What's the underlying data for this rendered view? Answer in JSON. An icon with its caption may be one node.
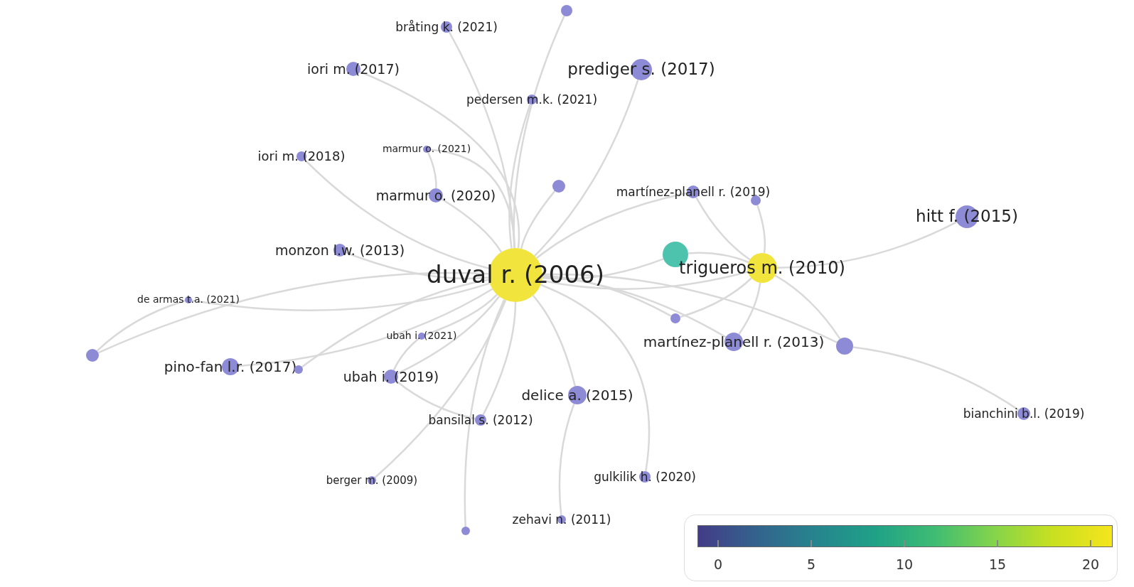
{
  "diagram": {
    "nodes": [
      {
        "text": [],
        "shape": "circle"
      },
      {
        "text": [
          "bråting k. (2021)"
        ]
      },
      {
        "text": [
          "iori m. (2017)"
        ]
      },
      {
        "text": [
          "prediger s. (2017)"
        ]
      },
      {
        "text": [
          "pedersen m.k. (2021)"
        ]
      },
      {
        "text": [
          "marmur o. (2021)"
        ]
      },
      {
        "text": [
          "iori m. (2018)"
        ]
      },
      {
        "text": [],
        "shape": "circle"
      },
      {
        "text": [
          "marmur o. (2020)"
        ]
      },
      {
        "text": [
          "martínez-planell r. (2019)"
        ]
      },
      {
        "text": [],
        "shape": "circle"
      },
      {
        "text": [
          "hitt f. (2015)"
        ]
      },
      {
        "text": [
          "monzon l.w. (2013)"
        ]
      },
      {
        "text": [],
        "shape": "circle"
      },
      {
        "text": [
          "trigueros m. (2010)"
        ]
      },
      {
        "text": [
          "duval r. (2006)"
        ]
      },
      {
        "text": [
          "de armas t.a. (2021)"
        ]
      },
      {
        "text": [],
        "shape": "circle"
      },
      {
        "text": [
          "ubah i. (2021)"
        ]
      },
      {
        "text": [
          "martínez-planell r. (2013)"
        ]
      },
      {
        "text": [],
        "shape": "circle"
      },
      {
        "text": [],
        "shape": "circle"
      },
      {
        "text": [
          "pino-fan l.r. (2017)"
        ]
      },
      {
        "text": [],
        "shape": "circle"
      },
      {
        "text": [
          "ubah i. (2019)"
        ]
      },
      {
        "text": [
          "delice a. (2015)"
        ]
      },
      {
        "text": [
          "bianchini b.l. (2019)"
        ]
      },
      {
        "text": [
          "bansilal s. (2012)"
        ]
      },
      {
        "text": [
          "gulkilik h. (2020)"
        ]
      },
      {
        "text": [
          "berger m. (2009)"
        ]
      },
      {
        "text": [
          "zehavi n. (2011)"
        ]
      },
      {
        "text": [],
        "shape": "circle"
      }
    ],
    "edges": [
      {
        "from": 15,
        "to": 0,
        "arrow": "none"
      },
      {
        "from": 15,
        "to": 1,
        "arrow": "none"
      },
      {
        "from": 15,
        "to": 2,
        "arrow": "none"
      },
      {
        "from": 15,
        "to": 3,
        "arrow": "none"
      },
      {
        "from": 15,
        "to": 4,
        "arrow": "none"
      },
      {
        "from": 15,
        "to": 5,
        "arrow": "none"
      },
      {
        "from": 5,
        "to": 8,
        "arrow": "none"
      },
      {
        "from": 15,
        "to": 6,
        "arrow": "none"
      },
      {
        "from": 15,
        "to": 7,
        "arrow": "none"
      },
      {
        "from": 15,
        "to": 8,
        "arrow": "none"
      },
      {
        "from": 15,
        "to": 9,
        "arrow": "none"
      },
      {
        "from": 9,
        "to": 14,
        "arrow": "none"
      },
      {
        "from": 10,
        "to": 14,
        "arrow": "none"
      },
      {
        "from": 14,
        "to": 11,
        "arrow": "none"
      },
      {
        "from": 15,
        "to": 12,
        "arrow": "none"
      },
      {
        "from": 15,
        "to": 13,
        "arrow": "none"
      },
      {
        "from": 13,
        "to": 14,
        "arrow": "none"
      },
      {
        "from": 15,
        "to": 14,
        "arrow": "none"
      },
      {
        "from": 15,
        "to": 16,
        "arrow": "none"
      },
      {
        "from": 16,
        "to": 21,
        "arrow": "none"
      },
      {
        "from": 15,
        "to": 17,
        "arrow": "none"
      },
      {
        "from": 17,
        "to": 14,
        "arrow": "none"
      },
      {
        "from": 15,
        "to": 18,
        "arrow": "none"
      },
      {
        "from": 18,
        "to": 24,
        "arrow": "none"
      },
      {
        "from": 15,
        "to": 19,
        "arrow": "none"
      },
      {
        "from": 19,
        "to": 14,
        "arrow": "none"
      },
      {
        "from": 15,
        "to": 20,
        "arrow": "none"
      },
      {
        "from": 20,
        "to": 14,
        "arrow": "none"
      },
      {
        "from": 20,
        "to": 26,
        "arrow": "none"
      },
      {
        "from": 15,
        "to": 21,
        "arrow": "none"
      },
      {
        "from": 15,
        "to": 22,
        "arrow": "none"
      },
      {
        "from": 15,
        "to": 23,
        "arrow": "none"
      },
      {
        "from": 15,
        "to": 24,
        "arrow": "none"
      },
      {
        "from": 24,
        "to": 27,
        "arrow": "none"
      },
      {
        "from": 15,
        "to": 25,
        "arrow": "none"
      },
      {
        "from": 25,
        "to": 30,
        "arrow": "none"
      },
      {
        "from": 15,
        "to": 27,
        "arrow": "none"
      },
      {
        "from": 15,
        "to": 28,
        "arrow": "none"
      },
      {
        "from": 15,
        "to": 29,
        "arrow": "none"
      },
      {
        "from": 15,
        "to": 31,
        "arrow": "none"
      }
    ],
    "labels": [
      "0",
      "5",
      "10",
      "15",
      "20"
    ]
  }
}
